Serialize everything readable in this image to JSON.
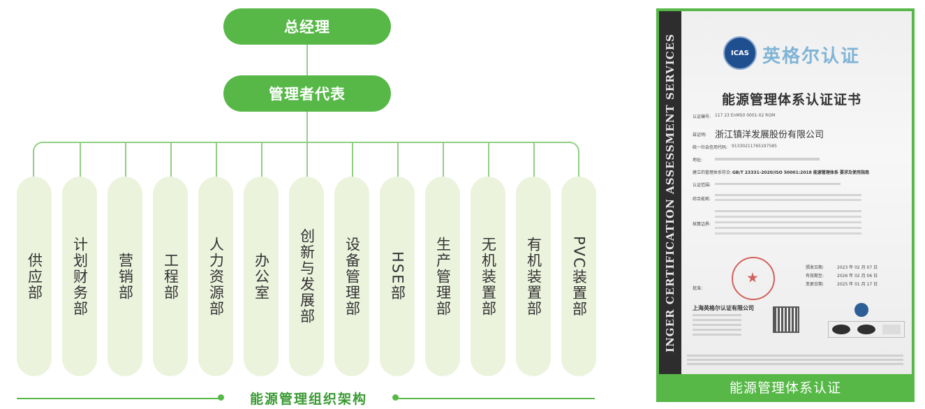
{
  "org": {
    "top": "总经理",
    "representative": "管理者代表",
    "departments": [
      "供应部",
      "计划财务部",
      "营销部",
      "工程部",
      "人力资源部",
      "办公室",
      "创新与发展部",
      "设备管理部",
      "HSE部",
      "生产管理部",
      "无机装置部",
      "有机装置部",
      "PVC装置部"
    ],
    "footer_title": "能源管理组织架构"
  },
  "certificate": {
    "caption": "能源管理体系认证",
    "brand": "英格尔认证",
    "badge": "ICAS",
    "side_text": "INGER CERTIFICATION ASSESSMENT SERVICES",
    "title": "能源管理体系认证证书",
    "cert_no_label": "认证编号:",
    "cert_no": "117 23 EnMS0 0001-02 ROM",
    "holder_label": "兹证明:",
    "holder": "浙江镇洋发展股份有限公司",
    "credit_label": "统一社会信用代码:",
    "credit_code": "91330211765197585",
    "address_label": "地址:",
    "standard_label": "建立的管理体系符合:",
    "standard": "GB/T 23331-2020/ISO 50001:2018 能源管理体系 要求及使用指南",
    "scope_label": "认证范围:",
    "overview_label": "综合能耗:",
    "boundary_label": "核算边界:",
    "sign_label": "批准:",
    "date_labels": [
      "颁发日期:",
      "有效期至:",
      "变更日期:"
    ],
    "dates": [
      "2023 年 02 月 07 日",
      "2026 年 02 月 06 日",
      "2025 年 01 月 17 日"
    ],
    "issuer": "上海英格尔认证有限公司",
    "colors": {
      "accent": "#57b848",
      "side_bar": "#2d2d2d",
      "seal": "#c9302c"
    }
  }
}
